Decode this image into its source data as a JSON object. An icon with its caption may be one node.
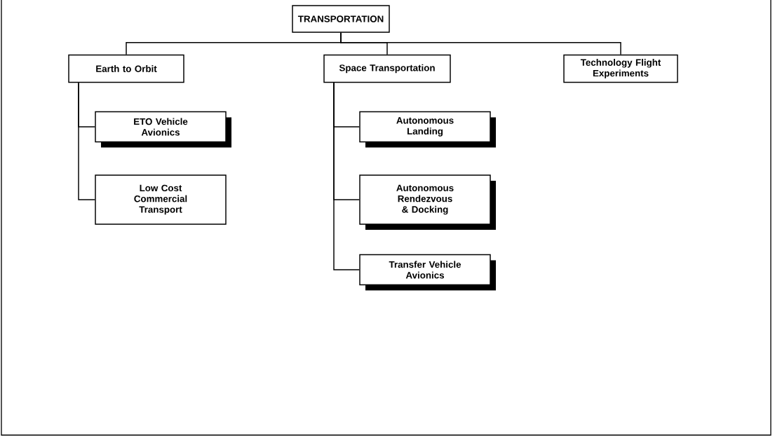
{
  "diagram": {
    "nodes": [
      {
        "text": [
          "TRANSPORTATION"
        ]
      },
      {
        "text": [
          "Earth to Orbit"
        ]
      },
      {
        "text": [
          "Space Transportation"
        ]
      },
      {
        "text": [
          "Technology Flight Experiments"
        ]
      },
      {
        "text": [
          "ETO Vehicle Avionics"
        ]
      },
      {
        "text": [
          "Low Cost Commercial Transport"
        ]
      },
      {
        "text": [
          "Autonomous Landing"
        ]
      },
      {
        "text": [
          "Autonomous Rendezvous & Docking"
        ]
      },
      {
        "text": [
          "Transfer Vehicle Avionics"
        ]
      }
    ],
    "edges": [
      {
        "from": 0,
        "to": 1,
        "arrow": "none"
      },
      {
        "from": 0,
        "to": 2,
        "arrow": "none"
      },
      {
        "from": 0,
        "to": 3,
        "arrow": "none"
      },
      {
        "from": 1,
        "to": 4,
        "arrow": "none"
      },
      {
        "from": 1,
        "to": 5,
        "arrow": "none"
      },
      {
        "from": 2,
        "to": 6,
        "arrow": "none"
      },
      {
        "from": 2,
        "to": 7,
        "arrow": "none"
      },
      {
        "from": 2,
        "to": 8,
        "arrow": "none"
      }
    ]
  }
}
